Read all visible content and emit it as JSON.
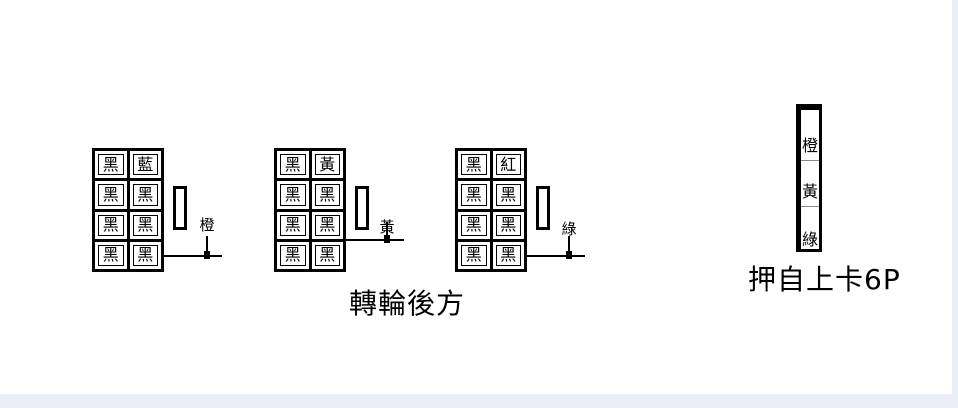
{
  "connectors": [
    {
      "id": "orange",
      "pins": [
        "黑",
        "藍",
        "黑",
        "黑",
        "黑",
        "黑",
        "黑",
        "黑"
      ],
      "wire_label": "橙"
    },
    {
      "id": "yellow",
      "pins": [
        "黑",
        "黃",
        "黑",
        "黑",
        "黑",
        "黑",
        "黑",
        "黑"
      ],
      "wire_label": "黃"
    },
    {
      "id": "green",
      "pins": [
        "黑",
        "紅",
        "黑",
        "黑",
        "黑",
        "黑",
        "黑",
        "黑"
      ],
      "wire_label": "綠"
    }
  ],
  "caption_left": "轉輪後方",
  "side_strip": {
    "labels": [
      "橙",
      "黃",
      "綠"
    ]
  },
  "caption_right": "押自上卡6P"
}
